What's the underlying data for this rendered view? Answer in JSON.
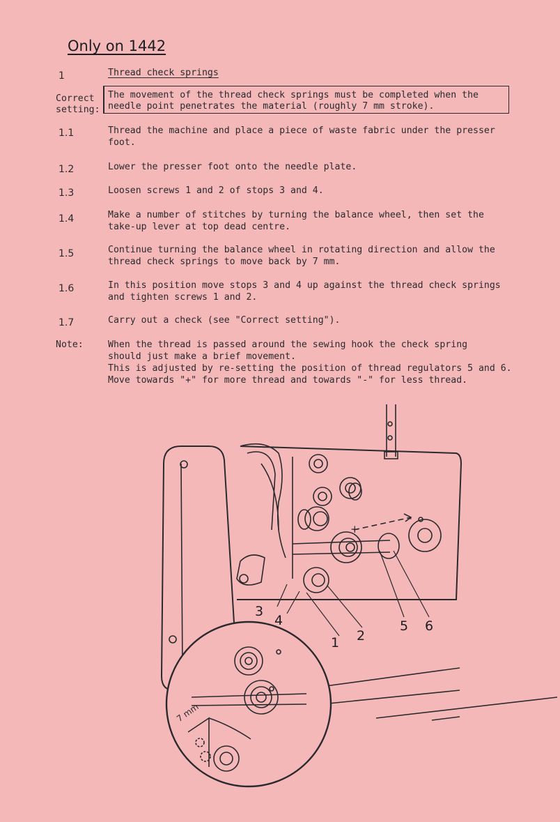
{
  "heading": "Only on 1442",
  "section": {
    "number": "1",
    "title": "Thread check springs"
  },
  "correct_setting": {
    "label": [
      "Correct",
      "setting:"
    ],
    "text": [
      "The movement of the thread check springs must be completed when the",
      "needle point penetrates the material (roughly 7 mm stroke)."
    ]
  },
  "steps": [
    {
      "number": "1.1",
      "lines": [
        "Thread the machine and place a piece of waste fabric under the presser",
        "foot."
      ]
    },
    {
      "number": "1.2",
      "lines": [
        "Lower the presser foot onto the needle plate."
      ]
    },
    {
      "number": "1.3",
      "lines": [
        "Loosen screws 1 and 2 of stops 3 and 4."
      ]
    },
    {
      "number": "1.4",
      "lines": [
        "Make a number of stitches by turning the balance wheel, then set the",
        "take-up lever at top dead centre."
      ]
    },
    {
      "number": "1.5",
      "lines": [
        "Continue turning the balance wheel in rotating direction and allow the",
        "thread check springs to move back by 7 mm."
      ]
    },
    {
      "number": "1.6",
      "lines": [
        "In this position move stops 3 and 4 up against the thread check springs",
        "and tighten screws 1 and 2."
      ]
    },
    {
      "number": "1.7",
      "lines": [
        "Carry out a check (see \"Correct setting\")."
      ]
    }
  ],
  "note": {
    "label": "Note:",
    "lines": [
      "When the thread is passed around the sewing hook the check spring",
      "should just make a brief movement.",
      "This is adjusted by re-setting the position of thread regulators 5 and 6.",
      "Move towards \"+\" for more thread and towards \"-\" for less thread."
    ]
  },
  "figure": {
    "callouts": [
      "3",
      "4",
      "1",
      "2",
      "5",
      "6"
    ],
    "inset_label": "7 mm",
    "plus_sign": "+",
    "minus_sign": "-"
  }
}
